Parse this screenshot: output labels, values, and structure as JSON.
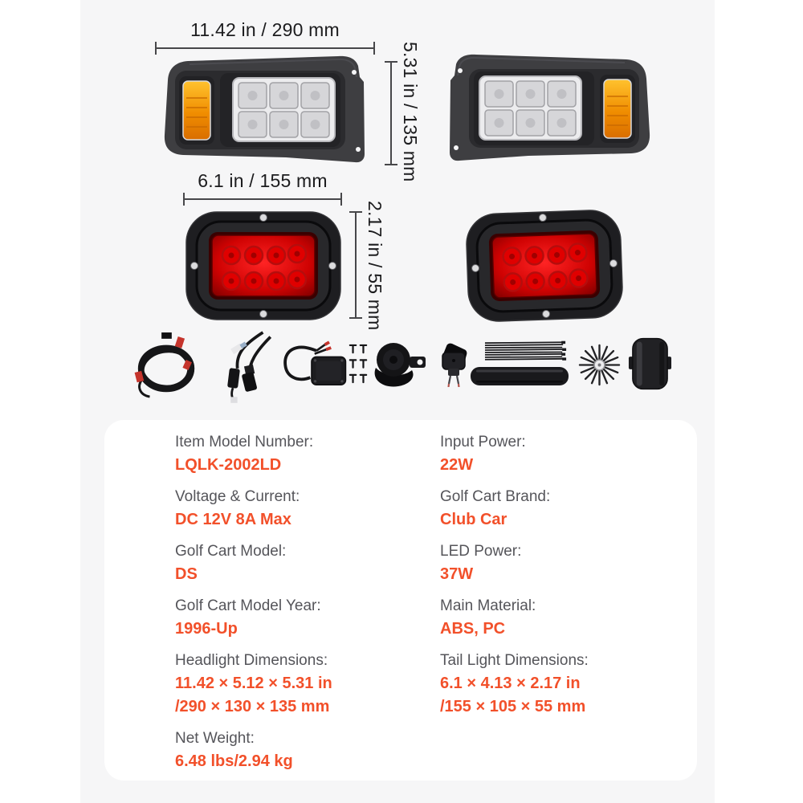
{
  "page": {
    "background": "#ffffff",
    "photo_background": "#f6f6f7",
    "accent_color": "#f2502a",
    "label_color": "#55555a"
  },
  "dimensions": {
    "headlight_width": "11.42 in / 290 mm",
    "headlight_height": "5.31 in / 135 mm",
    "taillight_width": "6.1 in / 155 mm",
    "taillight_height": "2.17 in / 55 mm"
  },
  "specs": {
    "items": [
      {
        "label": "Item Model Number:",
        "value": "LQLK-2002LD"
      },
      {
        "label": "Input Power:",
        "value": "22W"
      },
      {
        "label": "Voltage & Current:",
        "value": "DC 12V 8A Max"
      },
      {
        "label": "Golf Cart Brand:",
        "value": "Club Car"
      },
      {
        "label": "Golf Cart Model:",
        "value": "DS"
      },
      {
        "label": "LED Power:",
        "value": "37W"
      },
      {
        "label": "Golf Cart Model Year:",
        "value": "1996-Up"
      },
      {
        "label": "Main Material:",
        "value": "ABS, PC"
      },
      {
        "label": "Headlight Dimensions:",
        "value": "11.42 × 5.12 × 5.31 in",
        "value2": "/290 × 130 × 135 mm"
      },
      {
        "label": "Tail Light Dimensions:",
        "value": "6.1 × 4.13 × 2.17 in",
        "value2": "/155 × 105 × 55 mm"
      },
      {
        "label": "Net Weight:",
        "value": "6.48 lbs/2.94 kg"
      }
    ]
  }
}
